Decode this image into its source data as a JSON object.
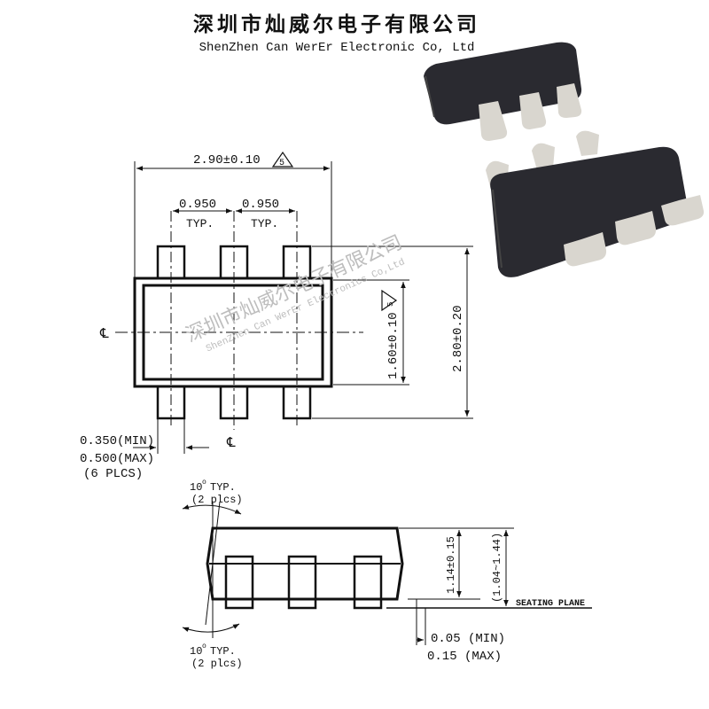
{
  "header": {
    "company_cn": "深圳市灿威尔电子有限公司",
    "company_en": "ShenZhen Can WerEr Electronic Co, Ltd"
  },
  "watermark": {
    "cn": "深圳市灿威尔电子有限公司",
    "en": "ShenZhen Can WerEr Electronics Co,Ltd"
  },
  "top_view": {
    "width_dim": "2.90±0.10",
    "width_rev": "5",
    "pitch_left": "0.950",
    "pitch_right": "0.950",
    "pitch_note": "TYP.",
    "body_height_dim": "1.60±0.10",
    "body_height_rev": "5",
    "overall_height_dim": "2.80±0.20",
    "centerline_symbol": "℄",
    "lead_width_min": "0.350(MIN)",
    "lead_width_max": "0.500(MAX)",
    "lead_count_note": "(6 PLCS)"
  },
  "side_view": {
    "angle_top": "10",
    "angle_top_note": "TYP.",
    "angle_top_count": "(2 plcs)",
    "angle_bottom": "10",
    "angle_bottom_note": "TYP.",
    "angle_bottom_count": "(2 plcs)",
    "height_dim": "1.14±0.15",
    "height_range": "(1.04~1.44)",
    "seating_plane": "SEATING PLANE",
    "standoff_min": "0.05 (MIN)",
    "standoff_max": "0.15 (MAX)"
  },
  "colors": {
    "chip_body": "#2a2a30",
    "chip_lead": "#d9d6cf",
    "line": "#111111",
    "watermark": "#bdbdbd"
  }
}
